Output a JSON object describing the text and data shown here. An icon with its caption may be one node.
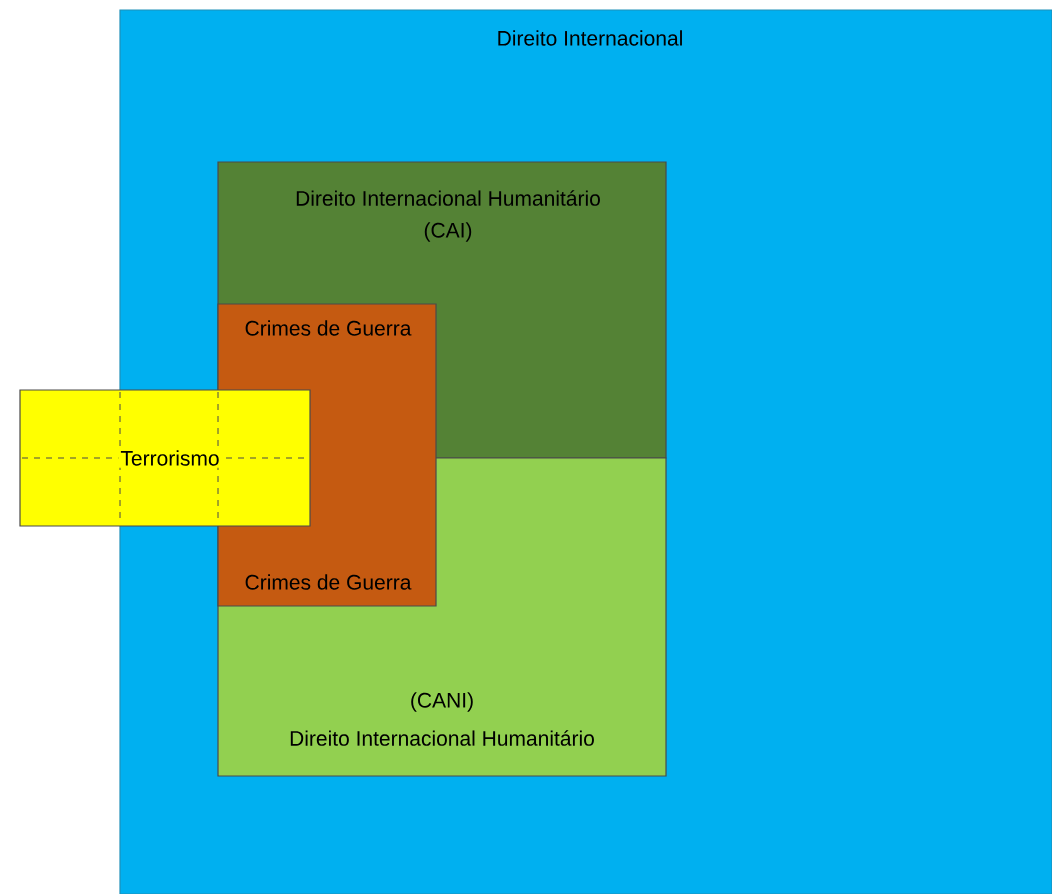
{
  "diagram": {
    "nodes": [
      {
        "text": [
          "Direito Internacional"
        ]
      },
      {
        "text": [
          "Direito Internacional Humanitário",
          "(CAI)"
        ],
        "in": 0
      },
      {
        "text": [
          "(CANI)",
          "Direito Internacional Humanitário"
        ],
        "in": 0
      },
      {
        "text": [
          "Crimes de Guerra",
          "Crimes de Guerra"
        ],
        "in": 0
      },
      {
        "text": [
          "Terrorismo"
        ]
      }
    ]
  }
}
